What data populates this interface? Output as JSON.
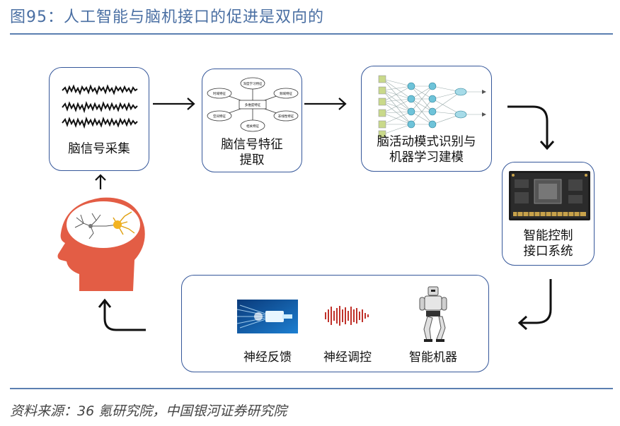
{
  "header": {
    "title": "图95：人工智能与脑机接口的促进是双向的"
  },
  "diagram": {
    "steps": [
      {
        "line1": "脑信号采集",
        "line2": ""
      },
      {
        "line1": "脑信号特征",
        "line2": "提取"
      },
      {
        "line1": "脑活动模式识别与",
        "line2": "机器学习建模"
      },
      {
        "line1": "智能控制",
        "line2": "接口系统"
      }
    ],
    "feature_map": {
      "center": "多维度特征",
      "nodes": [
        "时域特征",
        "频域特征",
        "空间特征",
        "深度学习特征",
        "非线性特征",
        "相关特征"
      ]
    },
    "outputs": [
      {
        "label": "神经反馈",
        "icon": "neural-feedback-image-icon"
      },
      {
        "label": "神经调控",
        "icon": "neural-modulation-wave-icon"
      },
      {
        "label": "智能机器",
        "icon": "robot-icon"
      }
    ],
    "colors": {
      "border": "#35579a",
      "head": "#e35d45",
      "title": "#4a6fa3"
    }
  },
  "footer": {
    "source": "资料来源：36 氪研究院，中国银河证券研究院"
  }
}
